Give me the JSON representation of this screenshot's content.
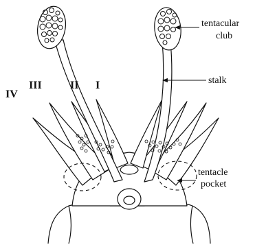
{
  "labels": {
    "club_line1": "tentacular",
    "club_line2": "club",
    "stalk": "stalk",
    "pocket_line1": "tentacle",
    "pocket_line2": "pocket"
  },
  "arm_numerals": [
    "IV",
    "III",
    "II",
    "I"
  ]
}
